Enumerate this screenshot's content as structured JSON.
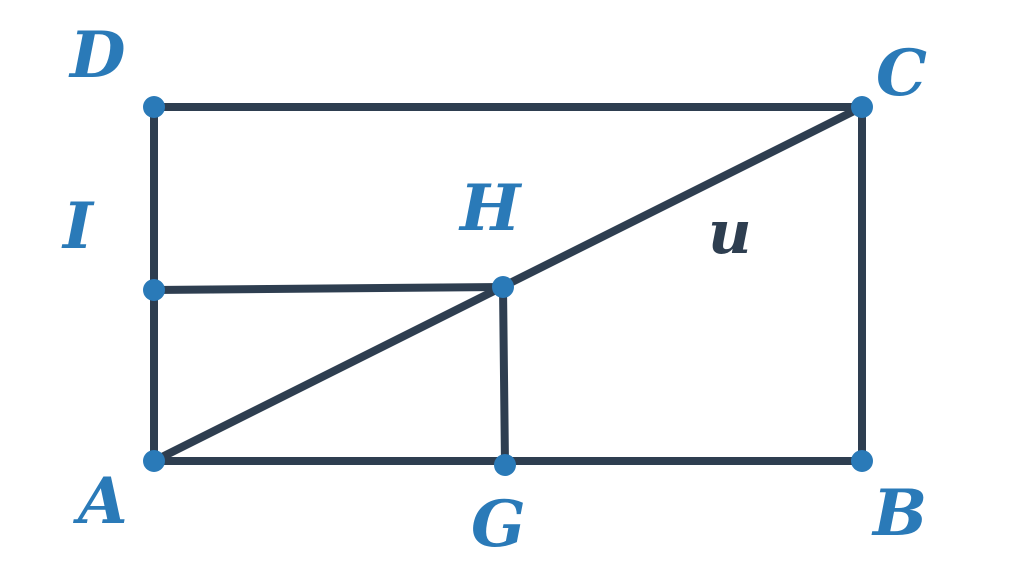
{
  "diagram": {
    "points": {
      "A": {
        "label": "A"
      },
      "B": {
        "label": "B"
      },
      "C": {
        "label": "C"
      },
      "D": {
        "label": "D"
      },
      "G": {
        "label": "G"
      },
      "H": {
        "label": "H"
      },
      "I": {
        "label": "I"
      }
    },
    "segments": [
      [
        "D",
        "C"
      ],
      [
        "D",
        "A"
      ],
      [
        "C",
        "B"
      ],
      [
        "A",
        "B"
      ],
      [
        "A",
        "C"
      ],
      [
        "I",
        "H"
      ],
      [
        "H",
        "G"
      ]
    ],
    "annotation": {
      "text": "u"
    },
    "colors": {
      "line": "#2e3e50",
      "point": "#2a7ab8",
      "label": "#2a7ab8",
      "annotation": "#2e3e50"
    }
  }
}
